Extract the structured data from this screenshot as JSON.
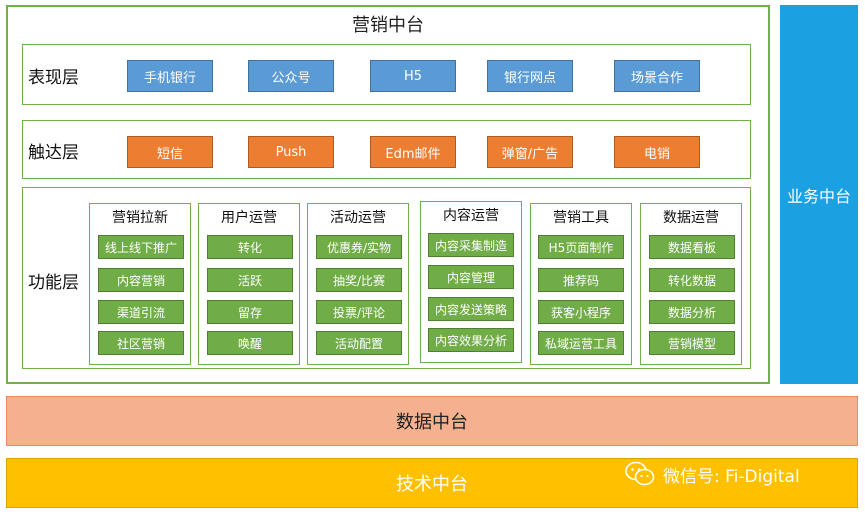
{
  "marketing_platform": {
    "title": "营销中台",
    "presentation": {
      "label": "表现层",
      "items": [
        "手机银行",
        "公众号",
        "H5",
        "银行网点",
        "场景合作"
      ]
    },
    "reach": {
      "label": "触达层",
      "items": [
        "短信",
        "Push",
        "Edm邮件",
        "弹窗/广告",
        "电销"
      ]
    },
    "function": {
      "label": "功能层",
      "cards": [
        {
          "title": "营销拉新",
          "items": [
            "线上线下推广",
            "内容营销",
            "渠道引流",
            "社区营销"
          ]
        },
        {
          "title": "用户运营",
          "items": [
            "转化",
            "活跃",
            "留存",
            "唤醒"
          ]
        },
        {
          "title": "活动运营",
          "items": [
            "优惠券/实物",
            "抽奖/比赛",
            "投票/评论",
            "活动配置"
          ]
        },
        {
          "title": "内容运营",
          "items": [
            "内容采集制造",
            "内容管理",
            "内容发送策略",
            "内容效果分析"
          ]
        },
        {
          "title": "营销工具",
          "items": [
            "H5页面制作",
            "推荐码",
            "获客小程序",
            "私域运营工具"
          ]
        },
        {
          "title": "数据运营",
          "items": [
            "数据看板",
            "转化数据",
            "数据分析",
            "营销模型"
          ]
        }
      ]
    }
  },
  "business_platform": {
    "label": "业务中台"
  },
  "data_platform": {
    "label": "数据中台"
  },
  "tech_platform": {
    "label": "技术中台"
  },
  "watermark": {
    "text": "微信号: Fi-Digital",
    "icon": "wechat-icon"
  },
  "colors": {
    "green_border": "#6fb04a",
    "blue": "#5b9bd5",
    "orange": "#ed7d31",
    "green": "#70ad47",
    "cyan": "#1ba1e2",
    "salmon": "#f4b08f",
    "yellow": "#ffc000"
  }
}
